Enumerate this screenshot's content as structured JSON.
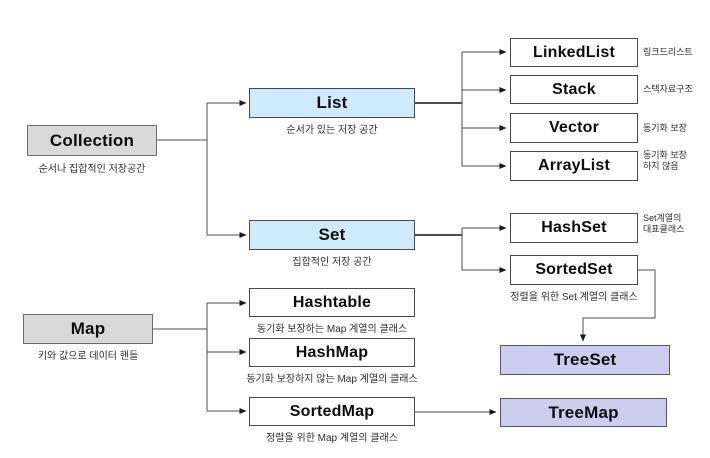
{
  "colors": {
    "category_fill": "#d9d9d9",
    "interface_fill": "#cfeafa",
    "class_fill": "#ffffff",
    "tree_fill": "#cdcdf0",
    "line": "#4d4d4d"
  },
  "nodes": {
    "collection": {
      "label": "Collection",
      "subtitle": "순서나 집합적인 저장공간"
    },
    "list": {
      "label": "List",
      "subtitle": "순서가 있는 저장 공간"
    },
    "set": {
      "label": "Set",
      "subtitle": "집합적인 저장 공간"
    },
    "map": {
      "label": "Map",
      "subtitle": "키와 값으로 데이터 핸들"
    },
    "linkedlist": {
      "label": "LinkedList",
      "note": "링크드리스트"
    },
    "stack": {
      "label": "Stack",
      "note": "스택자료구조"
    },
    "vector": {
      "label": "Vector",
      "note": "동기화 보장"
    },
    "arraylist": {
      "label": "ArrayList",
      "note": "동기화 보장\n하지 않음"
    },
    "hashset": {
      "label": "HashSet",
      "note": "Set계열의\n대표클래스"
    },
    "sortedset": {
      "label": "SortedSet",
      "subtitle": "정렬을 위한 Set 계열의 클래스"
    },
    "hashtable": {
      "label": "Hashtable",
      "subtitle": "동기화 보장하는 Map 계열의 클래스"
    },
    "hashmap": {
      "label": "HashMap",
      "subtitle": "동기화 보장하지 않는 Map 계열의 클래스"
    },
    "sortedmap": {
      "label": "SortedMap",
      "subtitle": "정렬을 위한 Map 계열의 클래스"
    },
    "treeset": {
      "label": "TreeSet"
    },
    "treemap": {
      "label": "TreeMap"
    }
  }
}
